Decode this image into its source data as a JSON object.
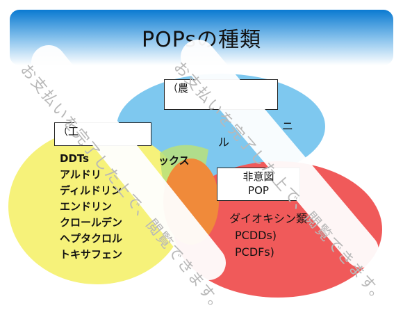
{
  "slide": {
    "title": "POPsの種類",
    "colors": {
      "banner_top": "#0b7ad1",
      "banner_bottom": "#ffffff",
      "circle_blue": "#7ec8ef",
      "circle_yellow": "#f6f27a",
      "circle_red": "#f05a5a",
      "overlap": "#f08a3a"
    },
    "boxes": {
      "top_box": "（農",
      "left_box": "（工",
      "right_box": "非意図\nPOP"
    },
    "blue_circle_text": [
      "ニ",
      "ル"
    ],
    "left_list": [
      "DDTs",
      "アルドリ",
      "ディルドリン",
      "エンドリン",
      "クロールデン",
      "ヘプタクロル",
      "トキサフェン"
    ],
    "middle_text": "ックス",
    "right_list": [
      "ダイオキシン類",
      "PCDDs)",
      "PCDFs)"
    ]
  },
  "watermark": {
    "left": "お支払いを完了した上で、閲覧できます。",
    "right": "お支払いを完了した上で、閲覧できます。"
  }
}
